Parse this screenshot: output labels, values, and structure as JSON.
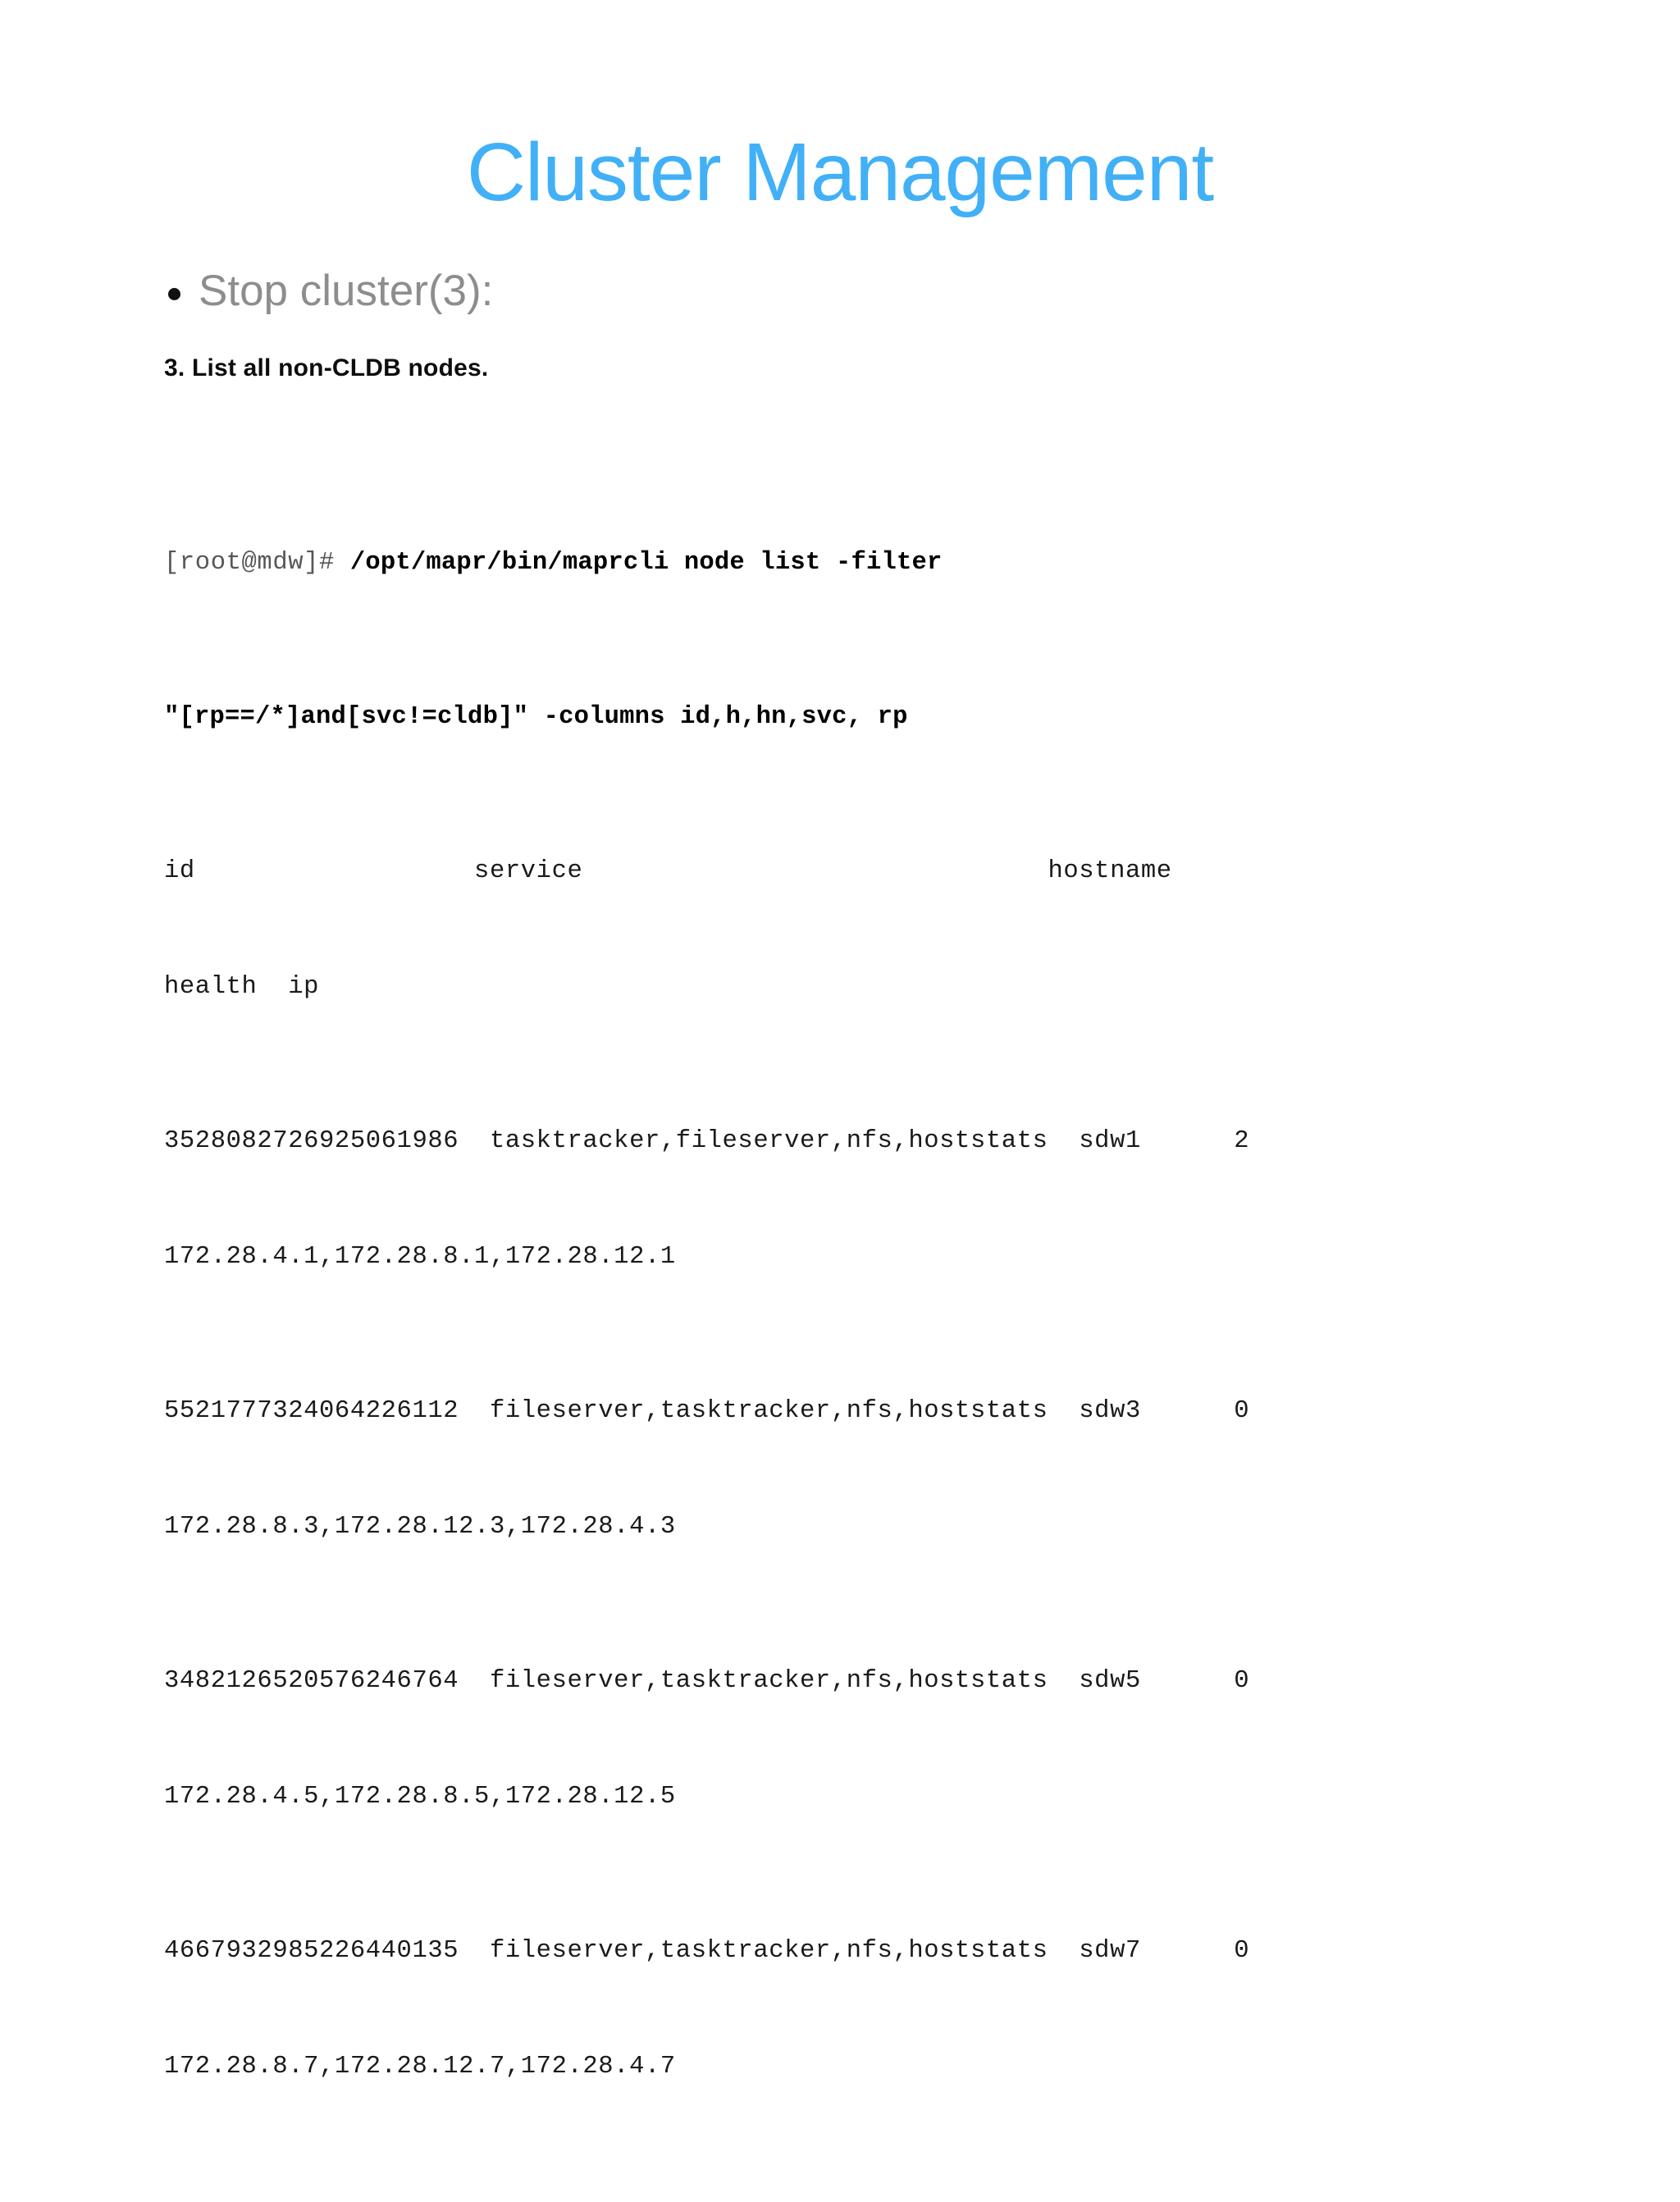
{
  "slide": {
    "title": "Cluster Management",
    "bullet": {
      "marker": "bullet-dot",
      "text": "Stop cluster(3):"
    },
    "sub_heading": "3. List all non-CLDB nodes.",
    "colors": {
      "title": "#41b0f7",
      "bullet_text": "#8d8d8d",
      "body_text": "#111111",
      "prompt": "#575757",
      "background": "#ffffff"
    }
  },
  "terminal": {
    "prompt": "[root@mdw]# ",
    "command_line_1": "/opt/mapr/bin/maprcli node list -filter",
    "command_line_2": "\"[rp==/*]and[svc!=cldb]\" -columns id,h,hn,svc, rp",
    "header_line_1": "id                  service                              hostname",
    "header_line_2": "health  ip",
    "rows": [
      {
        "id": "3528082726925061986",
        "service": "tasktracker,fileserver,nfs,hoststats",
        "hostname": "sdw1",
        "health": "2",
        "ip": "172.28.4.1,172.28.8.1,172.28.12.1",
        "line_main": "3528082726925061986  tasktracker,fileserver,nfs,hoststats  sdw1      2",
        "line_ip": "172.28.4.1,172.28.8.1,172.28.12.1"
      },
      {
        "id": "5521777324064226112",
        "service": "fileserver,tasktracker,nfs,hoststats",
        "hostname": "sdw3",
        "health": "0",
        "ip": "172.28.8.3,172.28.12.3,172.28.4.3",
        "line_main": "5521777324064226112  fileserver,tasktracker,nfs,hoststats  sdw3      0",
        "line_ip": "172.28.8.3,172.28.12.3,172.28.4.3"
      },
      {
        "id": "3482126520576246764",
        "service": "fileserver,tasktracker,nfs,hoststats",
        "hostname": "sdw5",
        "health": "0",
        "ip": "172.28.4.5,172.28.8.5,172.28.12.5",
        "line_main": "3482126520576246764  fileserver,tasktracker,nfs,hoststats  sdw5      0",
        "line_ip": "172.28.4.5,172.28.8.5,172.28.12.5"
      },
      {
        "id": "4667932985226440135",
        "service": "fileserver,tasktracker,nfs,hoststats",
        "hostname": "sdw7",
        "health": "0",
        "ip": "172.28.8.7,172.28.12.7,172.28.4.7",
        "line_main": "4667932985226440135  fileserver,tasktracker,nfs,hoststats  sdw7      0",
        "line_ip": "172.28.8.7,172.28.12.7,172.28.4.7"
      }
    ],
    "columns": [
      "id",
      "service",
      "hostname",
      "health",
      "ip"
    ]
  }
}
